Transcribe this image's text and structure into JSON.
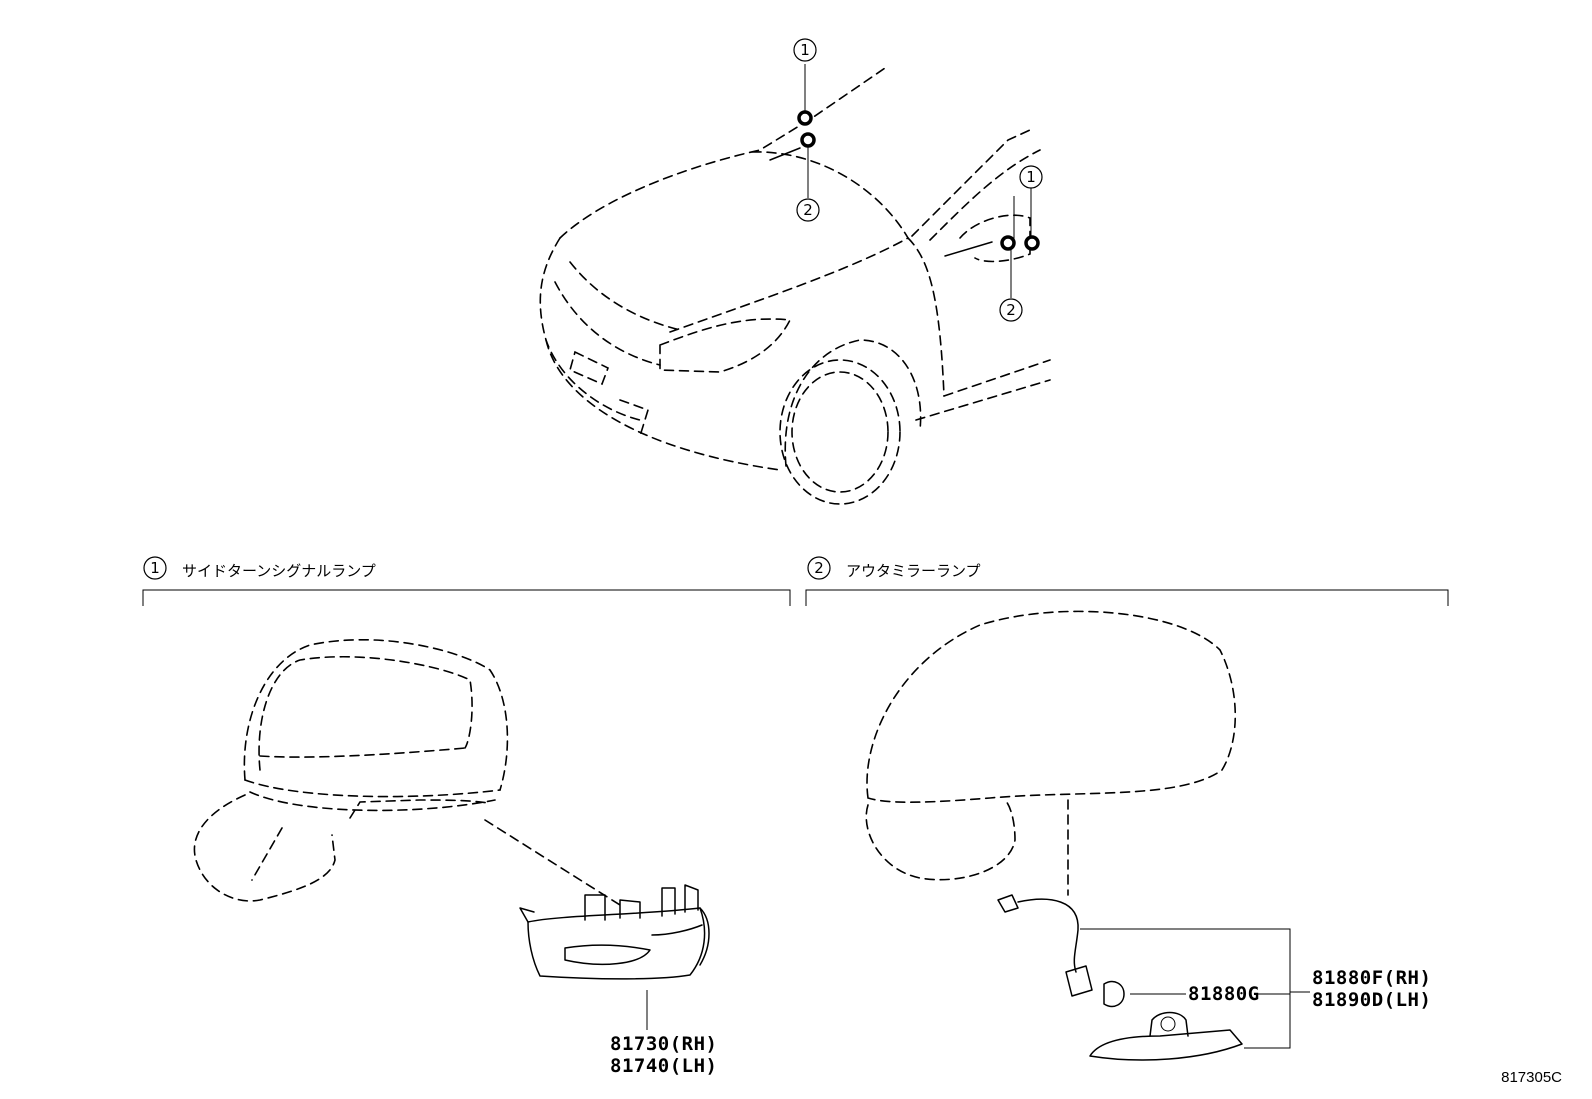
{
  "callouts": {
    "one": "1",
    "two": "2"
  },
  "sections": [
    {
      "number": "1",
      "title": "サイドターンシグナルランプ"
    },
    {
      "number": "2",
      "title": "アウタミラーランプ"
    }
  ],
  "parts": {
    "turn_signal_rh": "81730(RH)",
    "turn_signal_lh": "81740(LH)",
    "bulb": "81880G",
    "mirror_lamp_rh": "81880F(RH)",
    "mirror_lamp_lh": "81890D(LH)"
  },
  "diagram_code": "817305C"
}
